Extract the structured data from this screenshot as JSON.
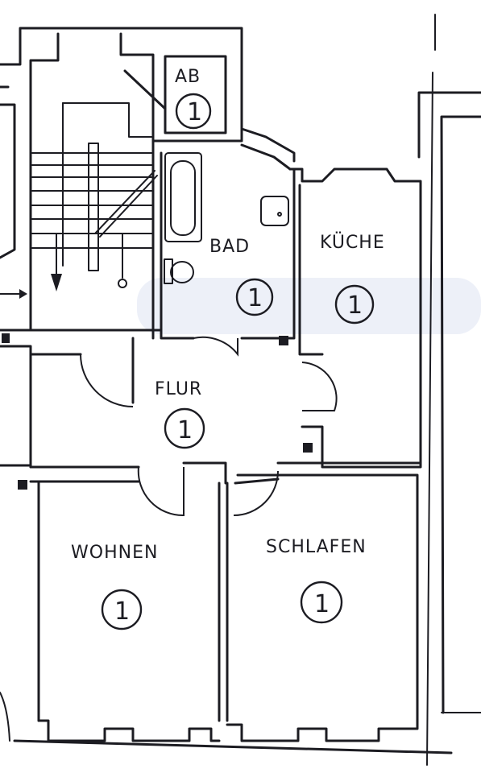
{
  "rooms": [
    {
      "id": "ab",
      "name": "AB",
      "count": "1"
    },
    {
      "id": "bad",
      "name": "BAD",
      "count": "1"
    },
    {
      "id": "kueche",
      "name": "KÜCHE",
      "count": "1"
    },
    {
      "id": "flur",
      "name": "FLUR",
      "count": "1"
    },
    {
      "id": "wohnen",
      "name": "WOHNEN",
      "count": "1"
    },
    {
      "id": "schlafen",
      "name": "SCHLAFEN",
      "count": "1"
    }
  ]
}
